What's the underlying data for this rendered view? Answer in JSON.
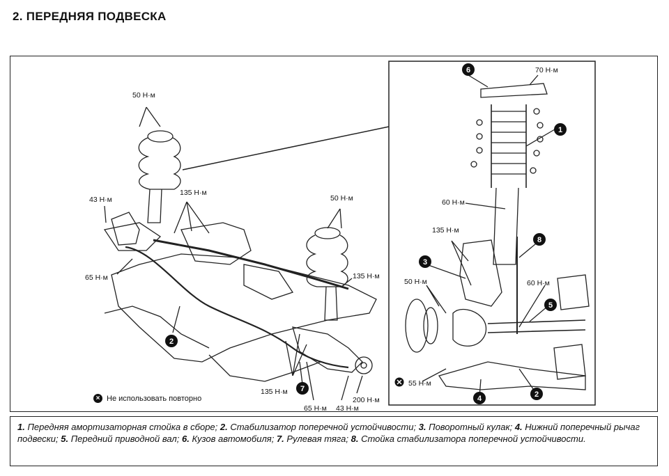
{
  "header": {
    "title": "2.  ПЕРЕДНЯЯ ПОДВЕСКА"
  },
  "legend": {
    "text": "Не использовать повторно"
  },
  "torques": {
    "t50_left": "50 Н·м",
    "t43_left": "43 Н·м",
    "t135_top": "135 Н·м",
    "t65_left": "65 Н·м",
    "t50_right": "50 Н·м",
    "t135_right": "135 Н·м",
    "t135_bottom": "135 Н·м",
    "t65_bottom": "65 Н·м",
    "t43_bottom": "43 Н·м",
    "t200_bottom": "200 Н·м",
    "t70_detail": "70 Н·м",
    "t60_detail_top": "60 Н·м",
    "t135_detail": "135 Н·м",
    "t50_detail": "50 Н·м",
    "t60_detail_right": "60 Н·м",
    "t55_detail": "55 Н·м"
  },
  "callouts": {
    "c1": "1",
    "c2": "2",
    "c3": "3",
    "c4": "4",
    "c5": "5",
    "c6": "6",
    "c7": "7",
    "c8": "8",
    "c2_detail": "2"
  },
  "caption": {
    "items": [
      {
        "num": "1.",
        "text": " Передняя амортизаторная стойка в сборе; "
      },
      {
        "num": "2.",
        "text": " Стабилизатор поперечной устойчивости; "
      },
      {
        "num": "3.",
        "text": " Поворотный кулак; "
      },
      {
        "num": "4.",
        "text": " Нижний поперечный рычаг подвески; "
      },
      {
        "num": "5.",
        "text": " Передний приводной вал; "
      },
      {
        "num": "6.",
        "text": " Кузов автомобиля; "
      },
      {
        "num": "7.",
        "text": " Рулевая тяга; "
      },
      {
        "num": "8.",
        "text": " Стойка стабилизатора поперечной устойчивости."
      }
    ]
  }
}
